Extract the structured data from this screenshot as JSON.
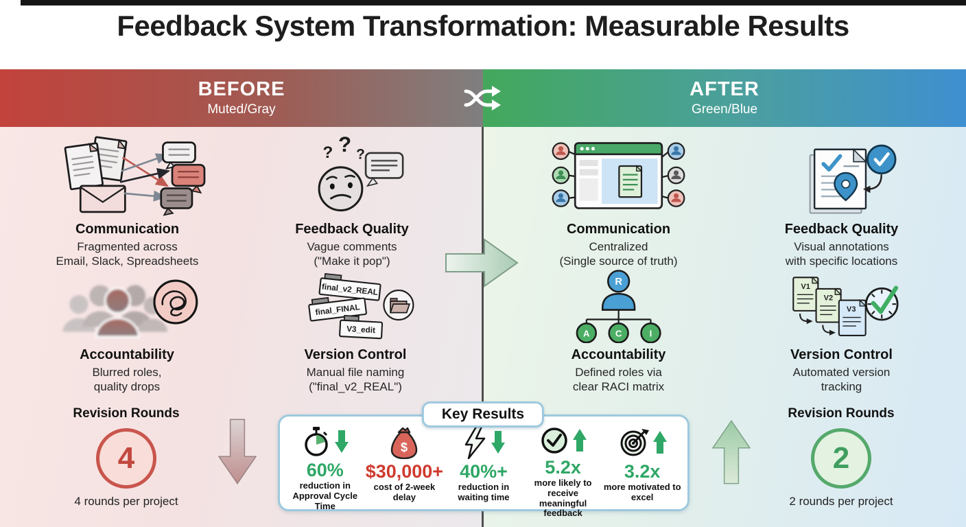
{
  "title": "Feedback System Transformation: Measurable Results",
  "header": {
    "before_label": "BEFORE",
    "before_sublabel": "Muted/Gray",
    "after_label": "AFTER",
    "after_sublabel": "Green/Blue"
  },
  "before": {
    "communication": {
      "icon": "fragmented-messages-icon",
      "title": "Communication",
      "line1": "Fragmented across",
      "line2": "Email, Slack, Spreadsheets"
    },
    "feedback_quality": {
      "icon": "confused-face-icon",
      "title": "Feedback Quality",
      "line1": "Vague comments",
      "line2": "(\"Make it pop\")",
      "question_marks": [
        "?",
        "?",
        "?"
      ]
    },
    "accountability": {
      "icon": "blurred-team-icon",
      "title": "Accountability",
      "line1": "Blurred roles,",
      "line2": "quality drops"
    },
    "version_control": {
      "icon": "messy-folders-icon",
      "title": "Version Control",
      "line1": "Manual file naming",
      "line2": "(\"final_v2_REAL\")",
      "folders": [
        "final_v2_REAL",
        "final_FINAL",
        "V3_edit"
      ]
    },
    "revision_rounds": {
      "title": "Revision Rounds",
      "value": "4",
      "caption": "4 rounds per project"
    }
  },
  "after": {
    "communication": {
      "icon": "central-hub-icon",
      "title": "Communication",
      "line1": "Centralized",
      "line2": "(Single source of truth)"
    },
    "feedback_quality": {
      "icon": "annotated-document-icon",
      "title": "Feedback Quality",
      "line1": "Visual annotations",
      "line2": "with specific locations"
    },
    "accountability": {
      "icon": "raci-chart-icon",
      "title": "Accountability",
      "line1": "Defined roles via",
      "line2": "clear RACI matrix",
      "raci_letters": [
        "R",
        "A",
        "C",
        "I"
      ]
    },
    "version_control": {
      "icon": "versioned-docs-icon",
      "title": "Version Control",
      "line1": "Automated version",
      "line2": "tracking",
      "versions": [
        "V1",
        "V2",
        "V3"
      ]
    },
    "revision_rounds": {
      "title": "Revision Rounds",
      "value": "2",
      "caption": "2 rounds per project"
    }
  },
  "key_results": {
    "title": "Key Results",
    "stats": [
      {
        "icon": "stopwatch-icon",
        "trend": "down",
        "value": "60%",
        "label": "reduction in Approval Cycle Time",
        "color": "#2fa766"
      },
      {
        "icon": "money-bag-icon",
        "trend": "none",
        "glyph": "$",
        "value": "$30,000+",
        "label": "cost of 2-week delay",
        "color": "#cf3a2e"
      },
      {
        "icon": "lightning-icon",
        "trend": "down",
        "value": "40%+",
        "label": "reduction in waiting time",
        "color": "#2fa766"
      },
      {
        "icon": "check-circle-icon",
        "trend": "up",
        "value": "5.2x",
        "label": "more likely to receive meaningful feedback",
        "color": "#2fa766"
      },
      {
        "icon": "target-icon",
        "trend": "up",
        "value": "3.2x",
        "label": "more motivated to excel",
        "color": "#2fa766"
      }
    ]
  },
  "colors": {
    "before_red": "#c2433c",
    "neutral_gray": "#7f7f7f",
    "after_green": "#43a85c",
    "after_blue": "#3e8fd0",
    "positive_green": "#2fa766",
    "negative_red": "#cf3a2e"
  }
}
